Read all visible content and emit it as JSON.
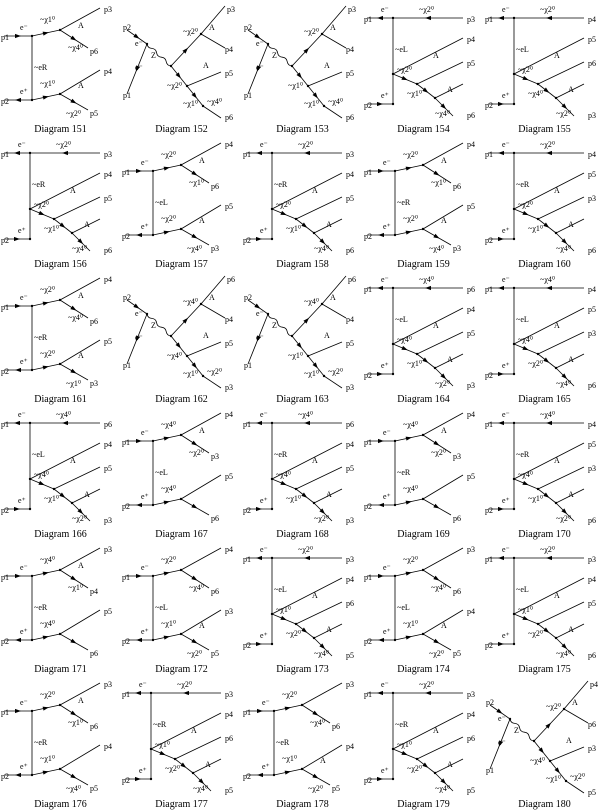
{
  "diagrams": [
    {
      "caption": "Diagram 151",
      "type": "T",
      "left": [
        "p1",
        "p2"
      ],
      "right": [
        "p3",
        "p6",
        "p4",
        "p5"
      ],
      "prop": "~eR",
      "upper": {
        "label": "~χ1⁰",
        "sub": [
          "A",
          "~χ4⁰"
        ]
      },
      "lower": {
        "label": "~χ1⁰",
        "sub": [
          "A",
          "~χ2⁰"
        ]
      }
    },
    {
      "caption": "Diagram 152",
      "type": "S",
      "left": [
        "p2",
        "p1"
      ],
      "right": [
        "p3",
        "p4",
        "p5",
        "p6"
      ],
      "z": "Z",
      "l1": "~χ2⁰",
      "l2": "~χ2⁰",
      "l3": "~χ1⁰",
      "l4": "~χ4⁰"
    },
    {
      "caption": "Diagram 153",
      "type": "S",
      "left": [
        "p2",
        "p1"
      ],
      "right": [
        "p3",
        "p4",
        "p5",
        "p6"
      ],
      "z": "Z",
      "l1": "~χ2⁰",
      "l2": "~χ1⁰",
      "l3": "~χ1⁰",
      "l4": "~χ4⁰"
    },
    {
      "caption": "Diagram 154",
      "type": "C",
      "left": [
        "p1",
        "p2"
      ],
      "right": [
        "p3",
        "p4",
        "p5",
        "p6"
      ],
      "top": "~χ2⁰",
      "prop": "~eL",
      "l1": "~χ2⁰",
      "l2": "~χ1⁰",
      "l3": "~χ4⁰"
    },
    {
      "caption": "Diagram 155",
      "type": "C",
      "left": [
        "p1",
        "p2"
      ],
      "right": [
        "p4",
        "p5",
        "p6",
        "p3"
      ],
      "top": "~χ2⁰",
      "prop": "~eL",
      "l1": "~χ2⁰",
      "l2": "~χ4⁰",
      "l3": "~χ2⁰"
    },
    {
      "caption": "Diagram 156",
      "type": "C",
      "left": [
        "p1",
        "p2"
      ],
      "right": [
        "p3",
        "p4",
        "p5",
        "p6"
      ],
      "top": "~χ2⁰",
      "prop": "~eR",
      "l1": "~χ2⁰",
      "l2": "~χ1⁰",
      "l3": "~χ4⁰"
    },
    {
      "caption": "Diagram 157",
      "type": "T",
      "left": [
        "p1",
        "p2"
      ],
      "right": [
        "p4",
        "p6",
        "p5",
        "p3"
      ],
      "prop": "~eL",
      "upper": {
        "label": "~χ2⁰",
        "sub": [
          "A",
          "~χ1⁰"
        ]
      },
      "lower": {
        "label": "~χ2⁰",
        "sub": [
          "A",
          "~χ4⁰"
        ]
      }
    },
    {
      "caption": "Diagram 158",
      "type": "C",
      "left": [
        "p1",
        "p2"
      ],
      "right": [
        "p3",
        "p4",
        "p5",
        "p6"
      ],
      "top": "~χ2⁰",
      "prop": "~eR",
      "l1": "~χ2⁰",
      "l2": "~χ1⁰",
      "l3": "~χ4⁰"
    },
    {
      "caption": "Diagram 159",
      "type": "T",
      "left": [
        "p1",
        "p2"
      ],
      "right": [
        "p4",
        "p6",
        "p5",
        "p3"
      ],
      "prop": "~eR",
      "upper": {
        "label": "~χ2⁰",
        "sub": [
          "A",
          "~χ1⁰"
        ]
      },
      "lower": {
        "label": "~χ2⁰",
        "sub": [
          "A",
          "~χ4⁰"
        ]
      }
    },
    {
      "caption": "Diagram 160",
      "type": "C",
      "left": [
        "p1",
        "p2"
      ],
      "right": [
        "p4",
        "p5",
        "p3",
        "p6"
      ],
      "top": "~χ2⁰",
      "prop": "~eR",
      "l1": "~χ2⁰",
      "l2": "~χ1⁰",
      "l3": "~χ4⁰"
    },
    {
      "caption": "Diagram 161",
      "type": "T",
      "left": [
        "p1",
        "p2"
      ],
      "right": [
        "p4",
        "p6",
        "p5",
        "p3"
      ],
      "prop": "~eR",
      "upper": {
        "label": "~χ2⁰",
        "sub": [
          "A",
          "~χ4⁰"
        ]
      },
      "lower": {
        "label": "~χ2⁰",
        "sub": [
          "A",
          "~χ1⁰"
        ]
      }
    },
    {
      "caption": "Diagram 162",
      "type": "S",
      "left": [
        "p2",
        "p1"
      ],
      "right": [
        "p6",
        "p4",
        "p5",
        "p3"
      ],
      "z": "Z",
      "l1": "~χ4⁰",
      "l2": "~χ4⁰",
      "l3": "~χ1⁰",
      "l4": "~χ2⁰"
    },
    {
      "caption": "Diagram 163",
      "type": "S",
      "left": [
        "p2",
        "p1"
      ],
      "right": [
        "p6",
        "p4",
        "p5",
        "p3"
      ],
      "z": "Z",
      "l1": "~χ4⁰",
      "l2": "~χ1⁰",
      "l3": "~χ1⁰",
      "l4": "~χ2⁰"
    },
    {
      "caption": "Diagram 164",
      "type": "C",
      "left": [
        "p1",
        "p2"
      ],
      "right": [
        "p6",
        "p4",
        "p5",
        "p3"
      ],
      "top": "~χ4⁰",
      "prop": "~eL",
      "l1": "~χ4⁰",
      "l2": "~χ1⁰",
      "l3": "~χ2⁰"
    },
    {
      "caption": "Diagram 165",
      "type": "C",
      "left": [
        "p1",
        "p2"
      ],
      "right": [
        "p4",
        "p5",
        "p3",
        "p6"
      ],
      "top": "~χ4⁰",
      "prop": "~eL",
      "l1": "~χ4⁰",
      "l2": "~χ2⁰",
      "l3": "~χ4⁰"
    },
    {
      "caption": "Diagram 166",
      "type": "C",
      "left": [
        "p1",
        "p2"
      ],
      "right": [
        "p6",
        "p4",
        "p5",
        "p3"
      ],
      "top": "~χ4⁰",
      "prop": "~eL",
      "l1": "~χ4⁰",
      "l2": "~χ1⁰",
      "l3": "~χ2⁰"
    },
    {
      "caption": "Diagram 167",
      "type": "T",
      "left": [
        "p1",
        "p2"
      ],
      "right": [
        "p4",
        "p3",
        "p5",
        "p6"
      ],
      "prop": "~eL",
      "upper": {
        "label": "~χ4⁰",
        "sub": [
          "A",
          "~χ2⁰"
        ]
      },
      "lower": {
        "label": "~χ4⁰",
        "sub": [
          "",
          ""
        ]
      }
    },
    {
      "caption": "Diagram 168",
      "type": "C",
      "left": [
        "p1",
        "p2"
      ],
      "right": [
        "p6",
        "p4",
        "p5",
        "p3"
      ],
      "top": "~χ4⁰",
      "prop": "~eR",
      "l1": "~χ4⁰",
      "l2": "~χ1⁰",
      "l3": "~χ2⁰"
    },
    {
      "caption": "Diagram 169",
      "type": "T",
      "left": [
        "p1",
        "p2"
      ],
      "right": [
        "p4",
        "p3",
        "p5",
        "p6"
      ],
      "prop": "~eR",
      "upper": {
        "label": "~χ4⁰",
        "sub": [
          "A",
          "~χ2⁰"
        ]
      },
      "lower": {
        "label": "~χ4⁰",
        "sub": [
          "",
          ""
        ]
      }
    },
    {
      "caption": "Diagram 170",
      "type": "C",
      "left": [
        "p1",
        "p2"
      ],
      "right": [
        "p4",
        "p5",
        "p3",
        "p6"
      ],
      "top": "~χ4⁰",
      "prop": "~eR",
      "l1": "~χ4⁰",
      "l2": "~χ1⁰",
      "l3": "~χ2⁰"
    },
    {
      "caption": "Diagram 171",
      "type": "T",
      "left": [
        "p1",
        "p2"
      ],
      "right": [
        "p3",
        "p4",
        "p5",
        "p6"
      ],
      "prop": "~eR",
      "upper": {
        "label": "~χ4⁰",
        "sub": [
          "A",
          "~χ1⁰"
        ]
      },
      "lower": {
        "label": "~χ4⁰",
        "sub": [
          "",
          ""
        ]
      }
    },
    {
      "caption": "Diagram 172",
      "type": "T",
      "left": [
        "p1",
        "p2"
      ],
      "right": [
        "p4",
        "p6",
        "p3",
        "p5"
      ],
      "prop": "~eL",
      "upper": {
        "label": "~χ2⁰",
        "sub": [
          "",
          "~χ4⁰"
        ]
      },
      "lower": {
        "label": "~χ1⁰",
        "sub": [
          "A",
          "~χ2⁰"
        ]
      }
    },
    {
      "caption": "Diagram 173",
      "type": "C",
      "left": [
        "p1",
        "p2"
      ],
      "right": [
        "p3",
        "p4",
        "p6",
        "p5"
      ],
      "top": "~χ2⁰",
      "prop": "~eL",
      "l1": "~χ1⁰",
      "l2": "~χ2⁰",
      "l3": "~χ4⁰"
    },
    {
      "caption": "Diagram 174",
      "type": "T",
      "left": [
        "p1",
        "p2"
      ],
      "right": [
        "p3",
        "p6",
        "p4",
        "p5"
      ],
      "prop": "~eL",
      "upper": {
        "label": "~χ2⁰",
        "sub": [
          "",
          "~χ4⁰"
        ]
      },
      "lower": {
        "label": "~χ1⁰",
        "sub": [
          "A",
          "~χ2⁰"
        ]
      }
    },
    {
      "caption": "Diagram 175",
      "type": "C",
      "left": [
        "p1",
        "p2"
      ],
      "right": [
        "p3",
        "p4",
        "p5",
        "p6"
      ],
      "top": "~χ2⁰",
      "prop": "~eL",
      "l1": "~χ1⁰",
      "l2": "~χ2⁰",
      "l3": "~χ4⁰"
    },
    {
      "caption": "Diagram 176",
      "type": "T",
      "left": [
        "p1",
        "p2"
      ],
      "right": [
        "p3",
        "p6",
        "p4",
        "p5"
      ],
      "prop": "~eR",
      "upper": {
        "label": "~χ2⁰",
        "sub": [
          "A",
          "~χ1⁰"
        ]
      },
      "lower": {
        "label": "~χ1⁰",
        "sub": [
          "",
          "~χ4⁰"
        ]
      }
    },
    {
      "caption": "Diagram 177",
      "type": "C",
      "left": [
        "p1",
        "p2"
      ],
      "right": [
        "p3",
        "p4",
        "p6",
        "p5"
      ],
      "top": "~χ2⁰",
      "prop": "~eR",
      "l1": "~χ1⁰",
      "l2": "~χ2⁰",
      "l3": "~χ4⁰"
    },
    {
      "caption": "Diagram 178",
      "type": "T",
      "left": [
        "p1",
        "p2"
      ],
      "right": [
        "p3",
        "p6",
        "p4",
        "p5"
      ],
      "prop": "~eR",
      "upper": {
        "label": "~χ2⁰",
        "sub": [
          "",
          "~χ4⁰"
        ]
      },
      "lower": {
        "label": "~χ1⁰",
        "sub": [
          "A",
          "~χ2⁰"
        ]
      }
    },
    {
      "caption": "Diagram 179",
      "type": "C",
      "left": [
        "p1",
        "p2"
      ],
      "right": [
        "p3",
        "p4",
        "p6",
        "p5"
      ],
      "top": "~χ2⁰",
      "prop": "~eR",
      "l1": "~χ1⁰",
      "l2": "~χ2⁰",
      "l3": "~χ4⁰"
    },
    {
      "caption": "Diagram 180",
      "type": "S",
      "left": [
        "p2",
        "p1"
      ],
      "right": [
        "p4",
        "p6",
        "p3",
        "p5"
      ],
      "z": "Z",
      "l1": "~χ2⁰",
      "l2": "~χ4⁰",
      "l3": "~χ1⁰",
      "l4": "~χ2⁰"
    }
  ],
  "labels": {
    "electron": "e⁻",
    "positron": "e⁺",
    "photon": "A"
  }
}
